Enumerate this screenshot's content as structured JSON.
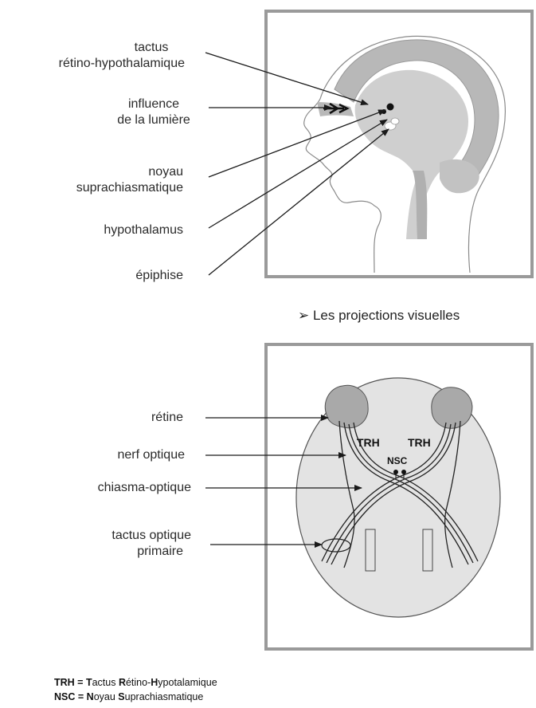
{
  "top_panel": {
    "labels": {
      "tactus": [
        "tactus",
        "rétino-hypothalamique"
      ],
      "influence": [
        "influence",
        "de la lumière"
      ],
      "noyau": [
        "noyau",
        "suprachiasmatique"
      ],
      "hypothalamus": "hypothalamus",
      "epiphise": "épiphise"
    }
  },
  "caption": "➢ Les projections visuelles",
  "bottom_panel": {
    "labels": {
      "retine": "rétine",
      "nerf": "nerf optique",
      "chiasma": "chiasma-optique",
      "tractus": [
        "tactus optique",
        "primaire"
      ],
      "trh_left": "TRH",
      "trh_right": "TRH",
      "nsc": "NSC"
    }
  },
  "legend": {
    "trh": {
      "abbr": "TRH",
      "eq": " = ",
      "p1": "T",
      "r1": "actus ",
      "p2": "R",
      "r2": "étino-",
      "p3": "H",
      "r3": "ypotalamique"
    },
    "nsc": {
      "abbr": "NSC",
      "eq": " = ",
      "p1": "N",
      "r1": "oyau ",
      "p2": "S",
      "r2": "uprachiasmatique"
    }
  },
  "colors": {
    "panel_bg": "#e4e4e4",
    "panel_border": "#9a9a9a",
    "brain": "#b8b8b8",
    "ink": "#1a1a1a"
  }
}
